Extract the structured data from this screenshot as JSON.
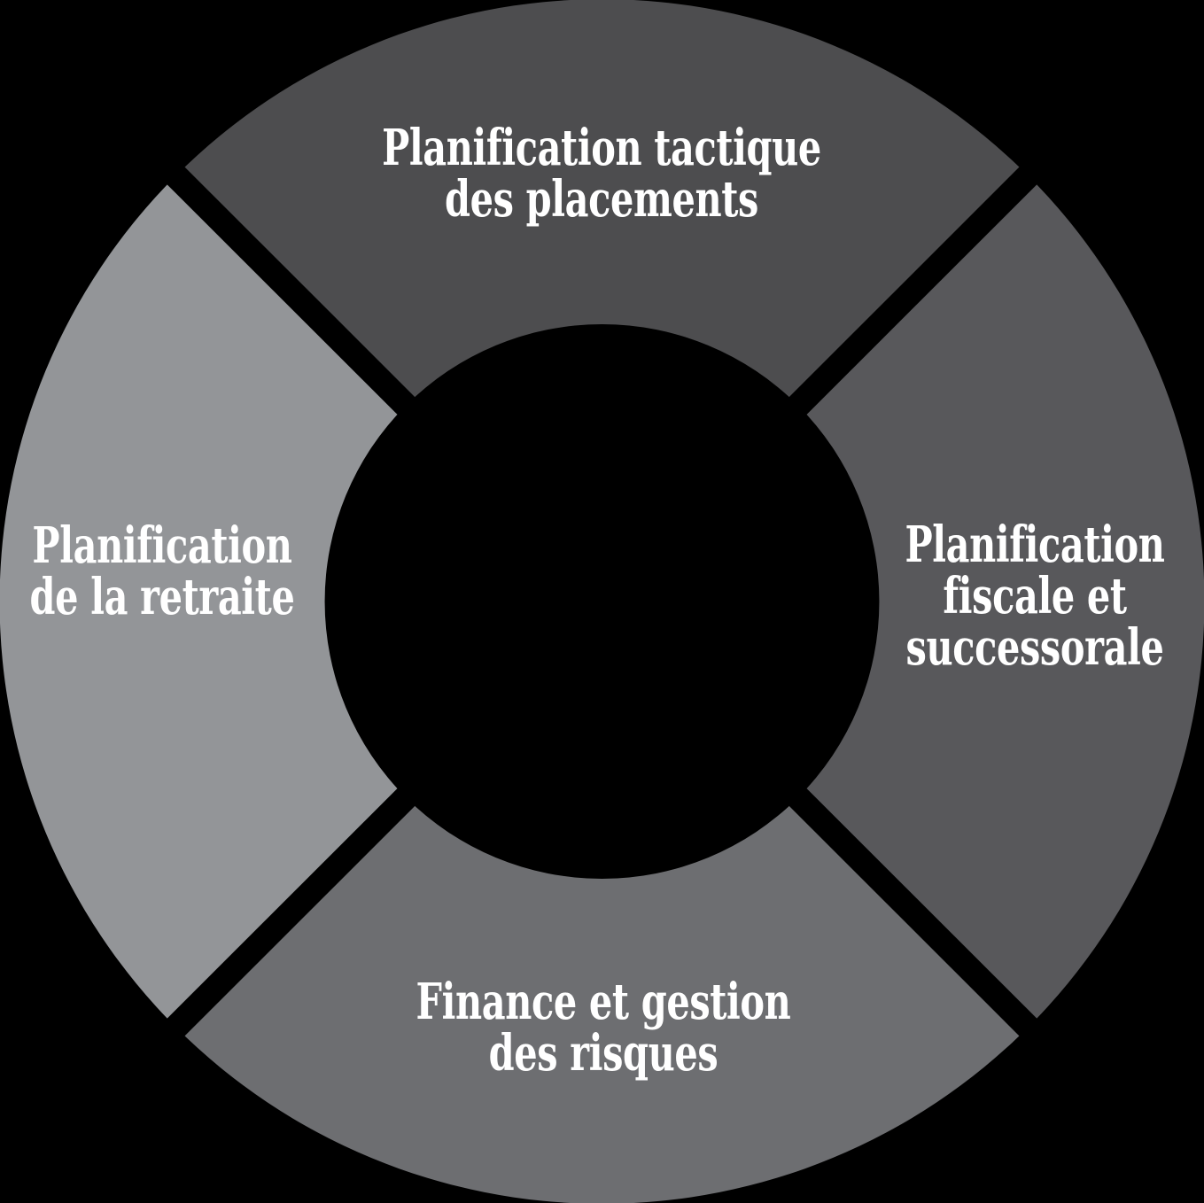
{
  "colors": {
    "background": "#000000",
    "text": "#ffffff",
    "gap": "#000000"
  },
  "chart_data": {
    "type": "pie",
    "variant": "donut-cycle-diagram",
    "title": "",
    "legend_position": "none",
    "inner_radius_ratio": 0.46,
    "segments": [
      {
        "position": "top",
        "label": "Planification tactique des placements",
        "lines": [
          "Planification tactique",
          "des placements"
        ],
        "value": 25,
        "color": "#4d4d4f"
      },
      {
        "position": "right",
        "label": "Planification fiscale et successorale",
        "lines": [
          "Planification",
          "fiscale et",
          "successorale"
        ],
        "value": 25,
        "color": "#58585b"
      },
      {
        "position": "bottom",
        "label": "Finance et gestion des risques",
        "lines": [
          "Finance et gestion",
          "des risques"
        ],
        "value": 25,
        "color": "#6d6e71"
      },
      {
        "position": "left",
        "label": "Planification de la retraite",
        "lines": [
          "Planification",
          "de la retraite"
        ],
        "value": 25,
        "color": "#939598"
      }
    ]
  }
}
